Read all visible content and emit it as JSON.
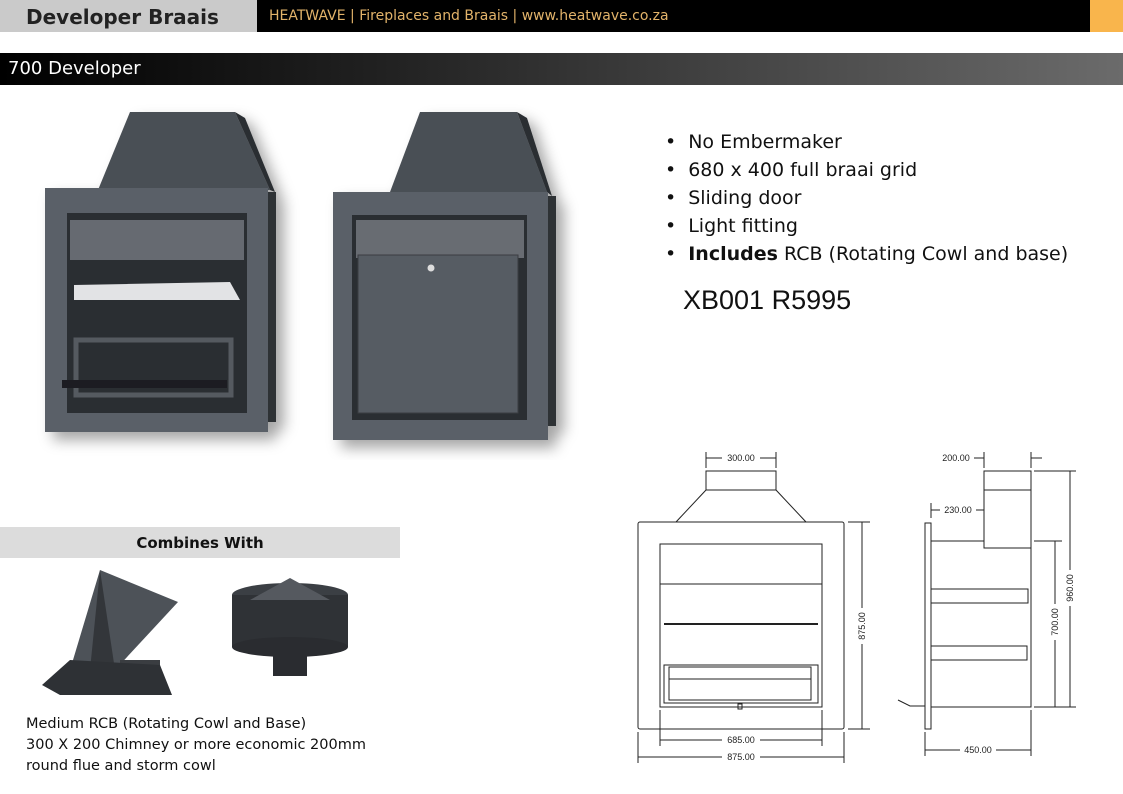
{
  "header": {
    "title": "Developer Braais",
    "brand_line": "HEATWAVE | Fireplaces and Braais | www.heatwave.co.za",
    "accent_color": "#f9b54c"
  },
  "section": {
    "title": "700 Developer"
  },
  "features": [
    {
      "bold": "",
      "text": "No Embermaker"
    },
    {
      "bold": "",
      "text": "680 x 400 full braai grid"
    },
    {
      "bold": "",
      "text": "Sliding door"
    },
    {
      "bold": "",
      "text": "Light fitting"
    },
    {
      "bold": "Includes",
      "text": " RCB (Rotating Cowl and base)"
    }
  ],
  "product_code": "XB001 R5995",
  "combines": {
    "title": "Combines With",
    "note_lines": [
      "Medium RCB (Rotating Cowl and Base)",
      "300 X 200 Chimney or more economic 200mm",
      "round flue and storm cowl"
    ]
  },
  "drawing": {
    "front": {
      "chimney_width": "300.00",
      "inner_width": "685.00",
      "outer_width": "875.00",
      "height": "875.00"
    },
    "side": {
      "chimney_depth": "200.00",
      "offset": "230.00",
      "body_height": "700.00",
      "total_height": "960.00",
      "depth": "450.00"
    }
  }
}
